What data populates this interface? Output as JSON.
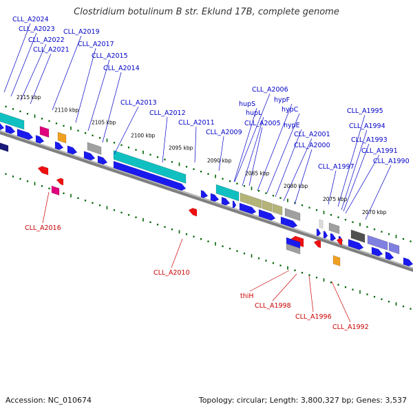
{
  "title": "Clostridium botulinum B str. Eklund 17B, complete genome",
  "footer": {
    "accession": "Accession: NC_010674",
    "summary": "Topology: circular; Length: 3,800,327 bp; Genes: 3,537"
  },
  "colors": {
    "forward_label": "#0000c8",
    "reverse_label": "#cc0000",
    "backbone": "#808080",
    "tick": "#006400",
    "cds_blue": "#1a1aee",
    "cyan": "#10c0c0",
    "olive": "#b4b478",
    "magenta": "#e0007c",
    "orange": "#f0a020",
    "grey": "#a0a0a0",
    "dark_grey": "#505050",
    "lavender": "#8080e0",
    "red": "#ee1010"
  },
  "kbp_ticks": [
    "2115 kbp",
    "2110 kbp",
    "2105 kbp",
    "2100 kbp",
    "2095 kbp",
    "2090 kbp",
    "2085 kbp",
    "2080 kbp",
    "2075 kbp",
    "2070 kbp"
  ],
  "forward_labels": [
    "CLL_A2024",
    "CLL_A2023",
    "CLL_A2022",
    "CLL_A2021",
    "CLL_A2019",
    "CLL_A2017",
    "CLL_A2015",
    "CLL_A2014",
    "CLL_A2013",
    "CLL_A2012",
    "CLL_A2011",
    "CLL_A2009",
    "CLL_A2006",
    "hupS",
    "hupL",
    "hypF",
    "hypC",
    "CLL_A2005",
    "hypE",
    "CLL_A2001",
    "CLL_A2000",
    "CLL_A1995",
    "CLL_A1994",
    "CLL_A1993",
    "CLL_A1997",
    "CLL_A1991",
    "CLL_A1990"
  ],
  "reverse_labels": [
    "CLL_A2016",
    "CLL_A2010",
    "thiH",
    "CLL_A1998",
    "CLL_A1996",
    "CLL_A1992"
  ]
}
